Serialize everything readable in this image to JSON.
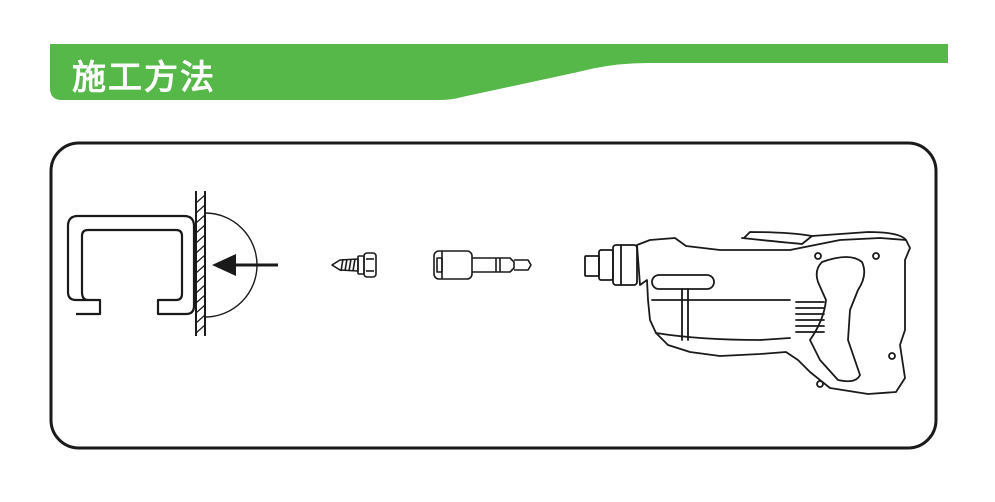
{
  "header": {
    "title": "施工方法"
  },
  "colors": {
    "banner_green": "#56b848",
    "line": "#1a1a1a",
    "background": "#ffffff"
  },
  "diagram": {
    "steps": [
      "channel-and-wall",
      "self-drilling-screw",
      "socket-bit",
      "power-screwdriver"
    ]
  }
}
